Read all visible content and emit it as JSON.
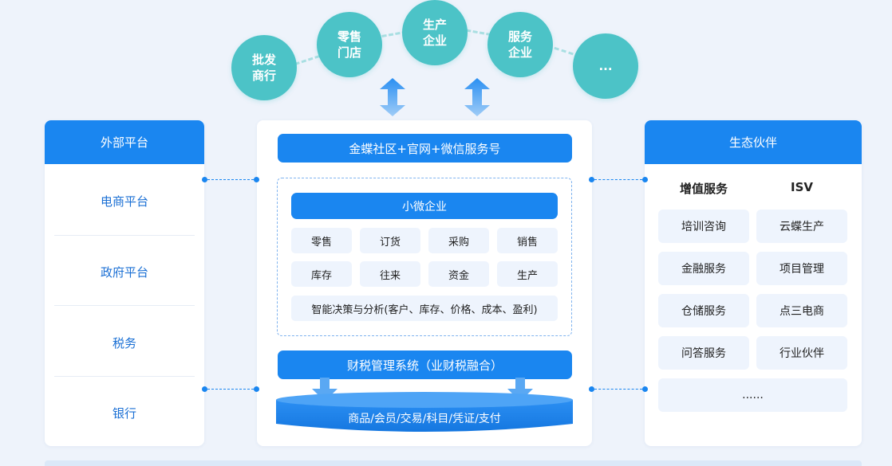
{
  "top_circles": [
    {
      "label": "批发\n商行"
    },
    {
      "label": "零售\n门店"
    },
    {
      "label": "生产\n企业"
    },
    {
      "label": "服务\n企业"
    },
    {
      "label": "..."
    }
  ],
  "left_panel": {
    "title": "外部平台",
    "items": [
      "电商平台",
      "政府平台",
      "税务",
      "银行"
    ]
  },
  "center": {
    "top_bar": "金蝶社区+官网+微信服务号",
    "sme_bar": "小微企业",
    "modules": [
      [
        "零售",
        "订货",
        "采购",
        "销售"
      ],
      [
        "库存",
        "往来",
        "资金",
        "生产"
      ]
    ],
    "analytics": "智能决策与分析(客户、库存、价格、成本、盈利)",
    "finance_bar": "财税管理系统（业财税融合）",
    "base_bar": "商品/会员/交易/科目/凭证/支付"
  },
  "right_panel": {
    "title": "生态伙伴",
    "col_headers": [
      "增值服务",
      "ISV"
    ],
    "rows": [
      [
        "培训咨询",
        "云蝶生产"
      ],
      [
        "金融服务",
        "项目管理"
      ],
      [
        "仓储服务",
        "点三电商"
      ],
      [
        "问答服务",
        "行业伙伴"
      ]
    ],
    "more": "......"
  },
  "colors": {
    "primary_blue": "#1a86f0",
    "teal": "#4cc3c7",
    "background": "#eef3fb",
    "cell_bg": "#eef4fd"
  }
}
